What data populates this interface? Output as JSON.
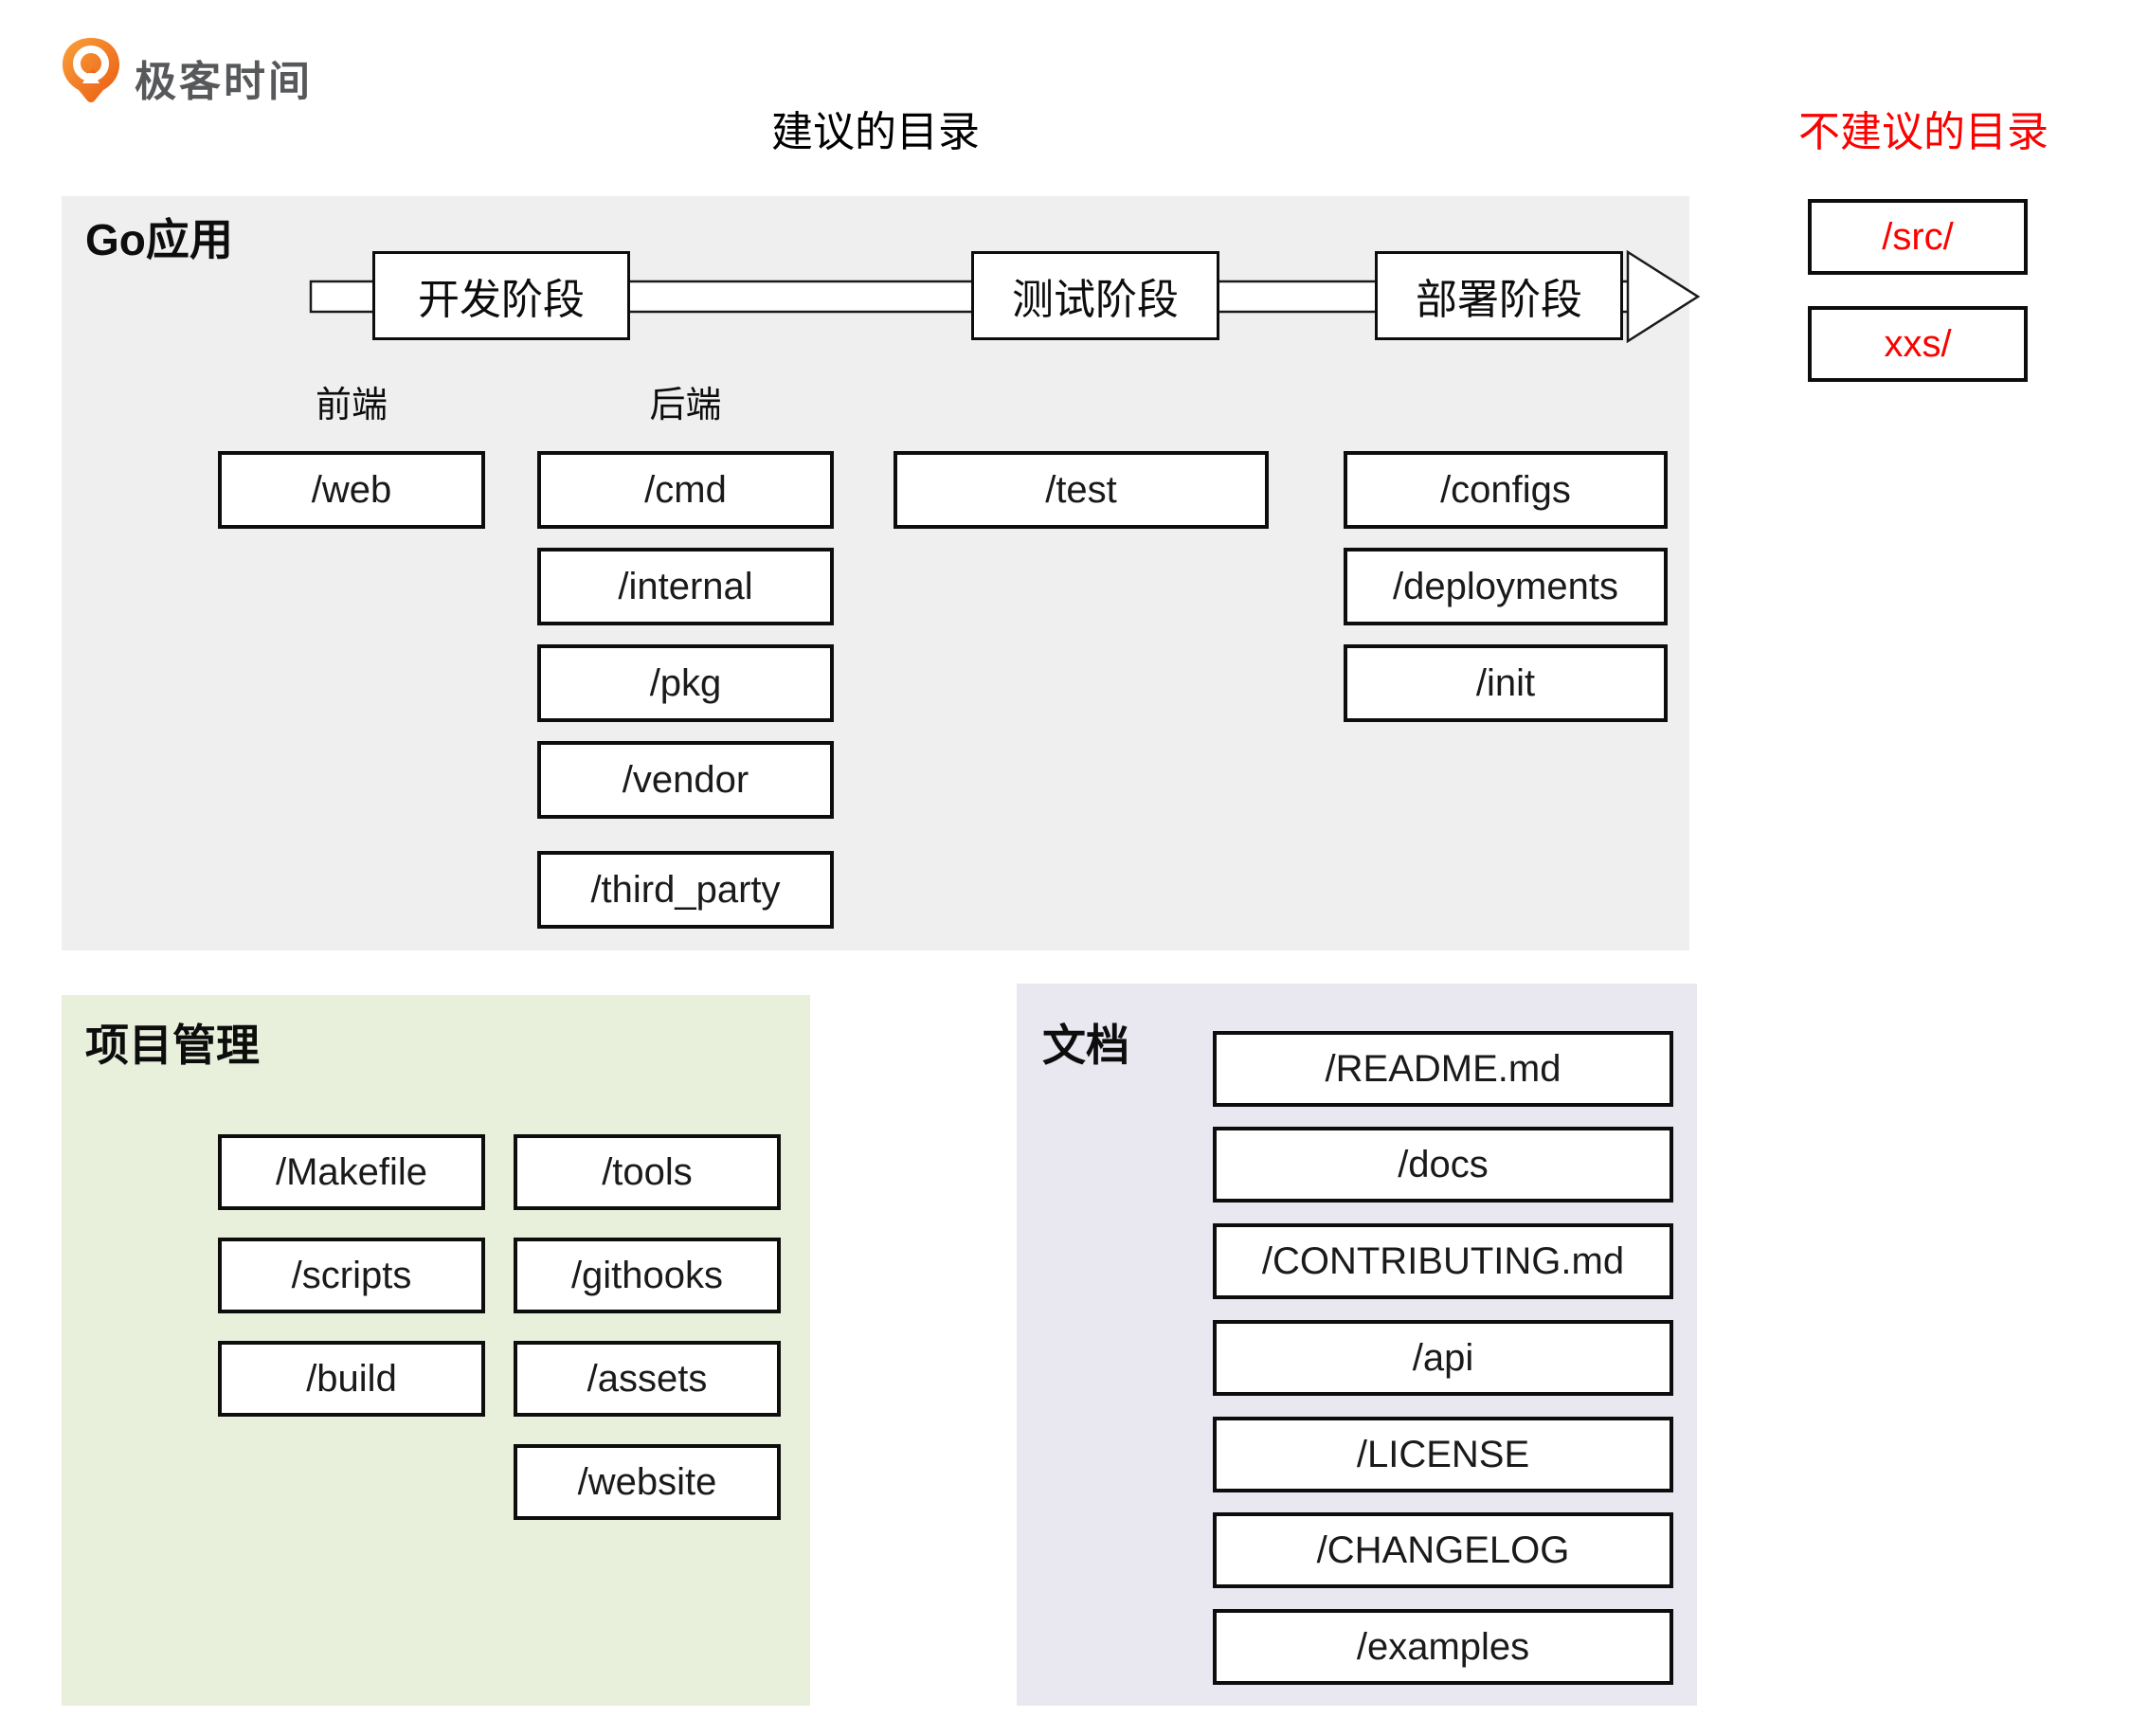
{
  "logo": {
    "text": "极客时间"
  },
  "titles": {
    "suggested": "建议的目录",
    "not_suggested": "不建议的目录"
  },
  "not_suggested": {
    "items": [
      "/src/",
      "xxs/"
    ]
  },
  "go_app": {
    "title": "Go应用",
    "stages": [
      "开发阶段",
      "测试阶段",
      "部署阶段"
    ],
    "labels": {
      "frontend": "前端",
      "backend": "后端"
    },
    "boxes": {
      "web": "/web",
      "cmd": "/cmd",
      "internal": "/internal",
      "pkg": "/pkg",
      "vendor": "/vendor",
      "third_party": "/third_party",
      "test": "/test",
      "configs": "/configs",
      "deployments": "/deployments",
      "init": "/init"
    }
  },
  "project_management": {
    "title": "项目管理",
    "column1": [
      "/Makefile",
      "/scripts",
      "/build"
    ],
    "column2": [
      "/tools",
      "/githooks",
      "/assets",
      "/website"
    ]
  },
  "docs": {
    "title": "文档",
    "items": [
      "/README.md",
      "/docs",
      "/CONTRIBUTING.md",
      "/api",
      "/LICENSE",
      "/CHANGELOG",
      "/examples"
    ]
  },
  "colors": {
    "logo_orange": "#ee6a12",
    "logo_text_gray": "#57585a",
    "warning_red": "#fb0200",
    "panel_gray": "#efefef",
    "panel_green": "#e8efdb",
    "panel_purple": "#e9e7f0",
    "box_border": "#0d0d0d"
  }
}
